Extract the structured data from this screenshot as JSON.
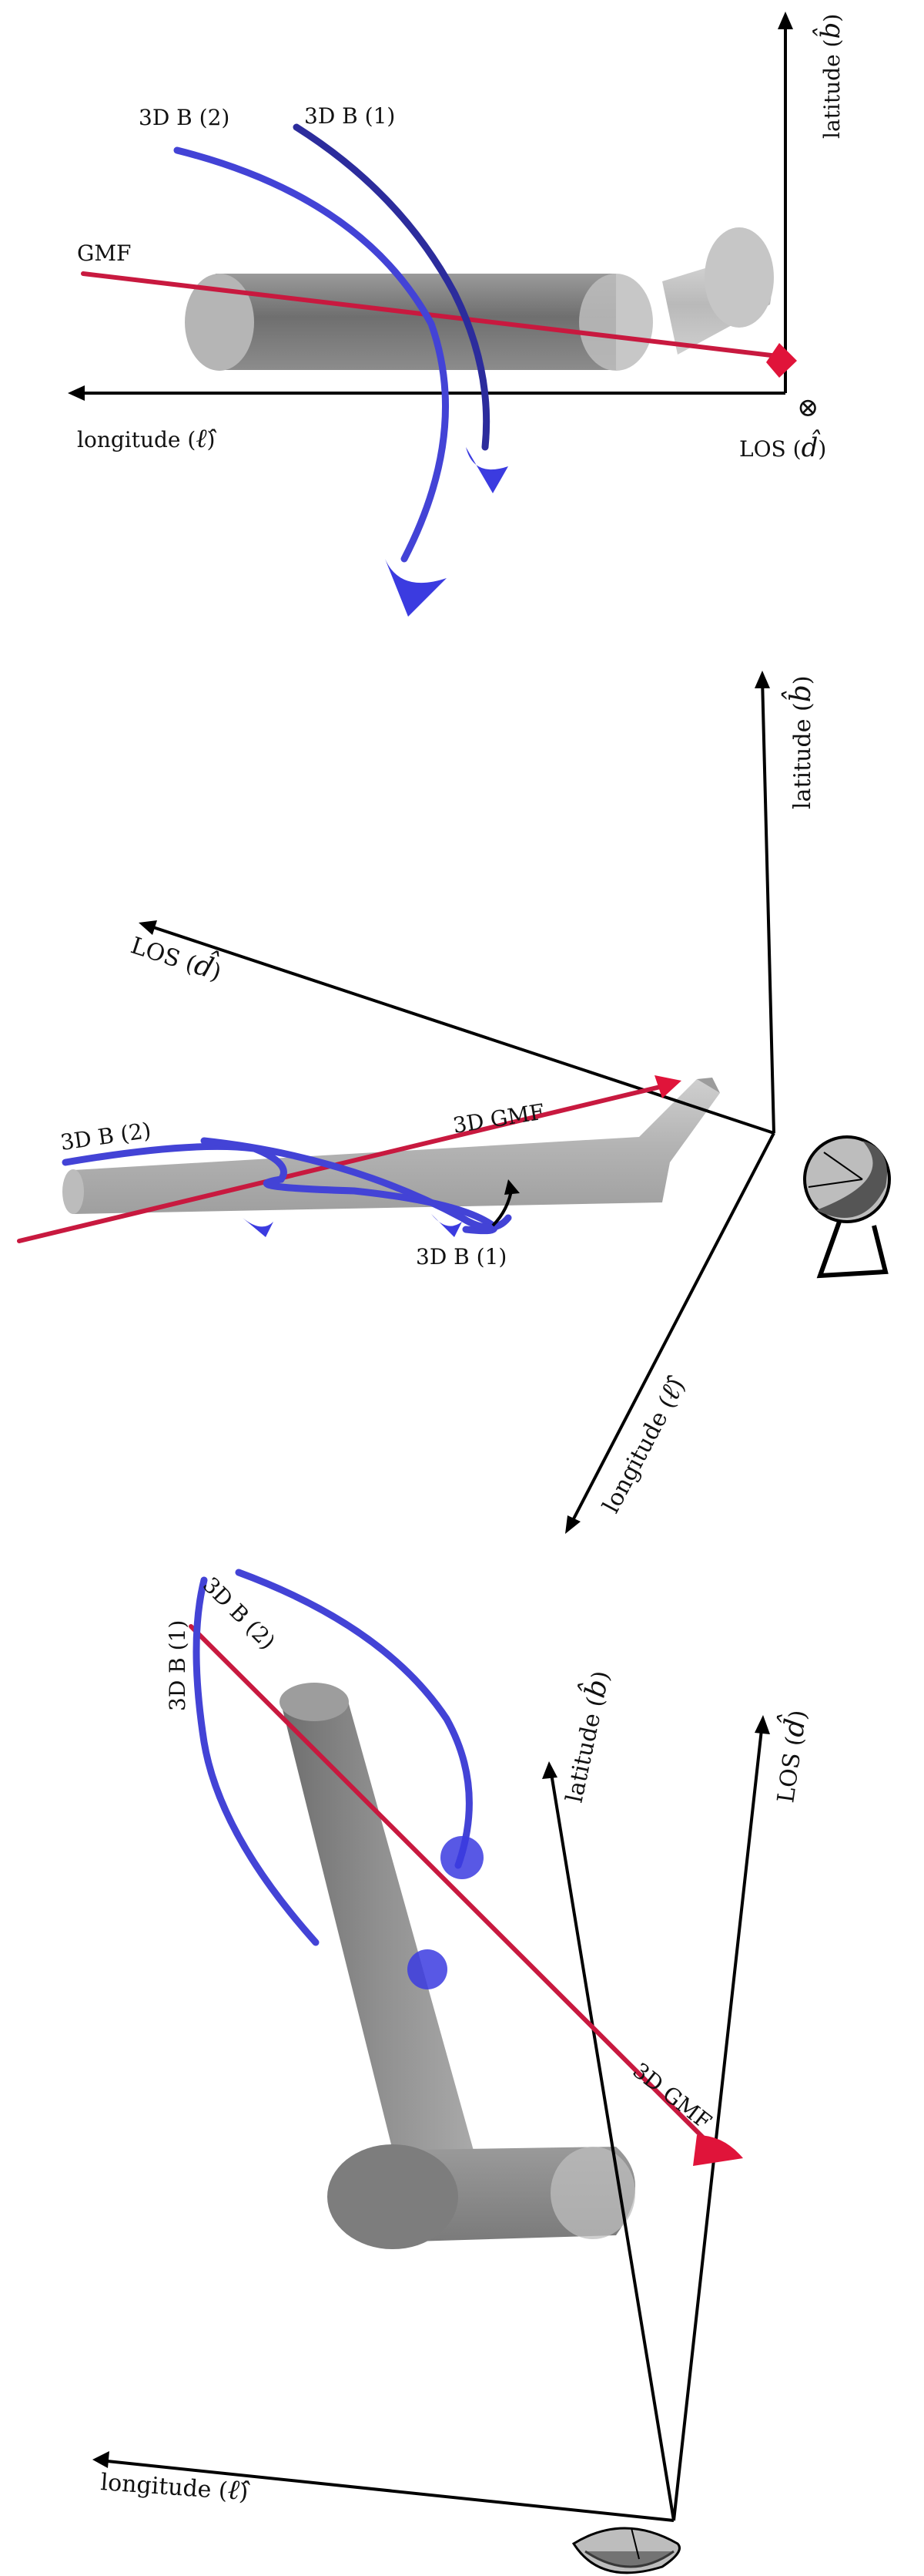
{
  "panels": [
    {
      "id": "top",
      "labels": {
        "b2": "3D B (2)",
        "b1": "3D B (1)",
        "gmf": "GMF",
        "latitude": "latitude (",
        "latitude_sym": "b̂",
        "longitude": "longitude (",
        "longitude_sym": "ℓ̂",
        "los": "LOS (",
        "los_sym": "d̂",
        "los_marker": "⊗",
        "close": ")"
      }
    },
    {
      "id": "middle",
      "labels": {
        "b2": "3D B (2)",
        "b1": "3D B (1)",
        "gmf": "3D GMF",
        "latitude": "latitude (",
        "latitude_sym": "b̂",
        "longitude": "longitude (",
        "longitude_sym": "ℓ̂",
        "los": "LOS (",
        "los_sym": "d̂",
        "close": ")"
      }
    },
    {
      "id": "bottom",
      "labels": {
        "b2": "3D B (2)",
        "b1": "3D B (1)",
        "gmf": "3D GMF",
        "latitude": "latitude (",
        "latitude_sym": "b̂",
        "longitude": "longitude (",
        "longitude_sym": "ℓ̂",
        "los": "LOS (",
        "los_sym": "d̂",
        "close": ")"
      }
    }
  ],
  "colors": {
    "field_line": "#4343d6",
    "gmf_line": "#c8193f",
    "cylinder": "#8a8a8a",
    "axis": "#000000"
  },
  "icons": [
    "radio-telescope-icon",
    "cone-arrowhead-icon"
  ]
}
